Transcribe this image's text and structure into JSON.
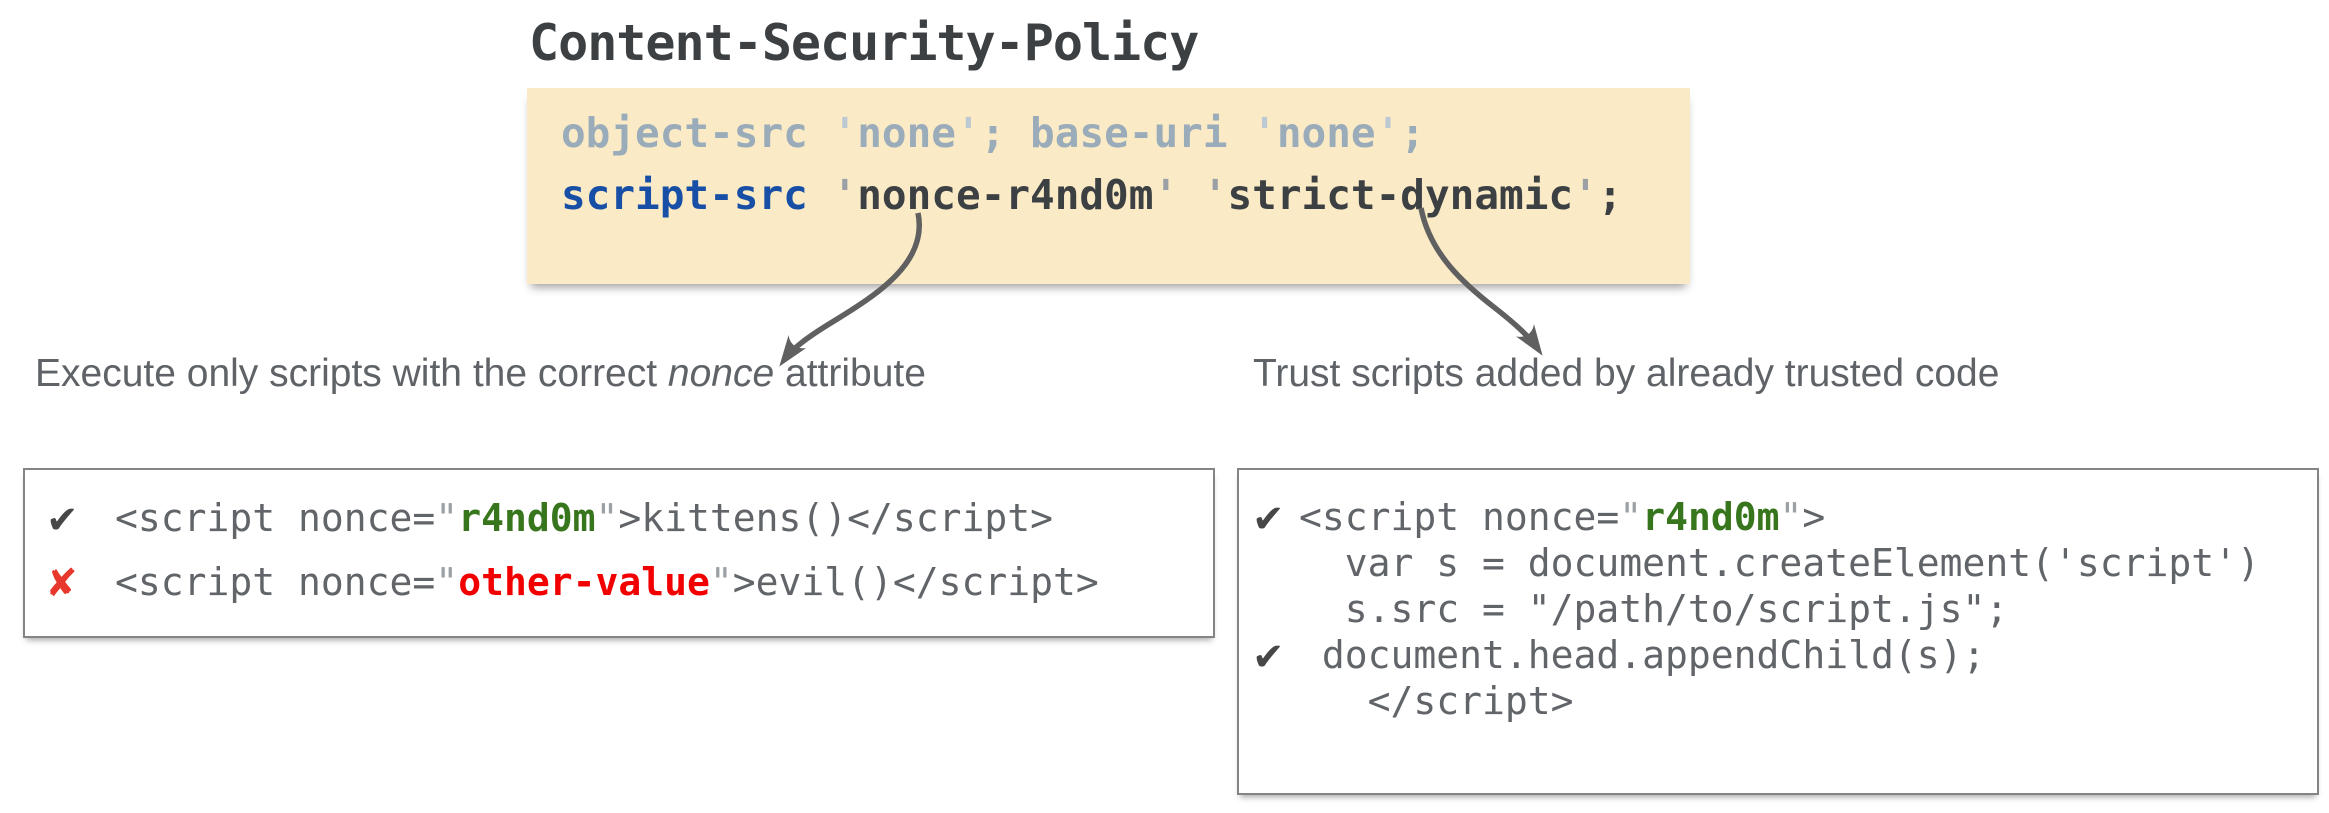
{
  "title": "Content-Security-Policy",
  "banner": {
    "line1": [
      "object-src ",
      "'",
      "none",
      "'",
      "; base-uri ",
      "'",
      "none",
      "'",
      ";"
    ],
    "line2": [
      "script-src",
      " ",
      "'",
      "nonce-r4nd0m",
      "'",
      " ",
      "'",
      "strict-dynamic",
      "'",
      ";"
    ]
  },
  "labels": {
    "left_pre": "Execute only scripts with the correct ",
    "left_em": "nonce",
    "left_post": " attribute",
    "right": "Trust scripts added by already trusted code"
  },
  "left_box": {
    "rows": [
      {
        "icon": "✔",
        "pre": "<script nonce=",
        "q1": "\"",
        "value": "r4nd0m",
        "q2": "\"",
        "post": ">kittens()</script>"
      },
      {
        "icon": "✘",
        "pre": "<script nonce=",
        "q1": "\"",
        "value": "other-value",
        "q2": "\"",
        "post": ">evil()</script>"
      }
    ]
  },
  "right_box": {
    "rows": [
      {
        "icon": "✔",
        "pre": "<script nonce=",
        "q1": "\"",
        "value": "r4nd0m",
        "q2": "\"",
        "post": ">"
      },
      {
        "text": "  var s = document.createElement('script')"
      },
      {
        "text": "  s.src = \"/path/to/script.js\";"
      },
      {
        "icon": "✔",
        "text": " document.head.appendChild(s);"
      },
      {
        "text": "   </script>"
      }
    ]
  },
  "colors": {
    "banner_bg": "#FAEBC6",
    "directive_muted": "#9AABBA",
    "script_src_blue": "#174EA6",
    "banner_dark": "#3C4043",
    "quote_gray": "#9AA0A6",
    "code_gray": "#616468",
    "label_gray": "#5F6368",
    "nonce_green": "#38761D",
    "error_red": "#F20000",
    "cross_red": "#E8382E",
    "check_dark": "#474747",
    "arrow_gray": "#606060",
    "box_border": "#848484"
  }
}
